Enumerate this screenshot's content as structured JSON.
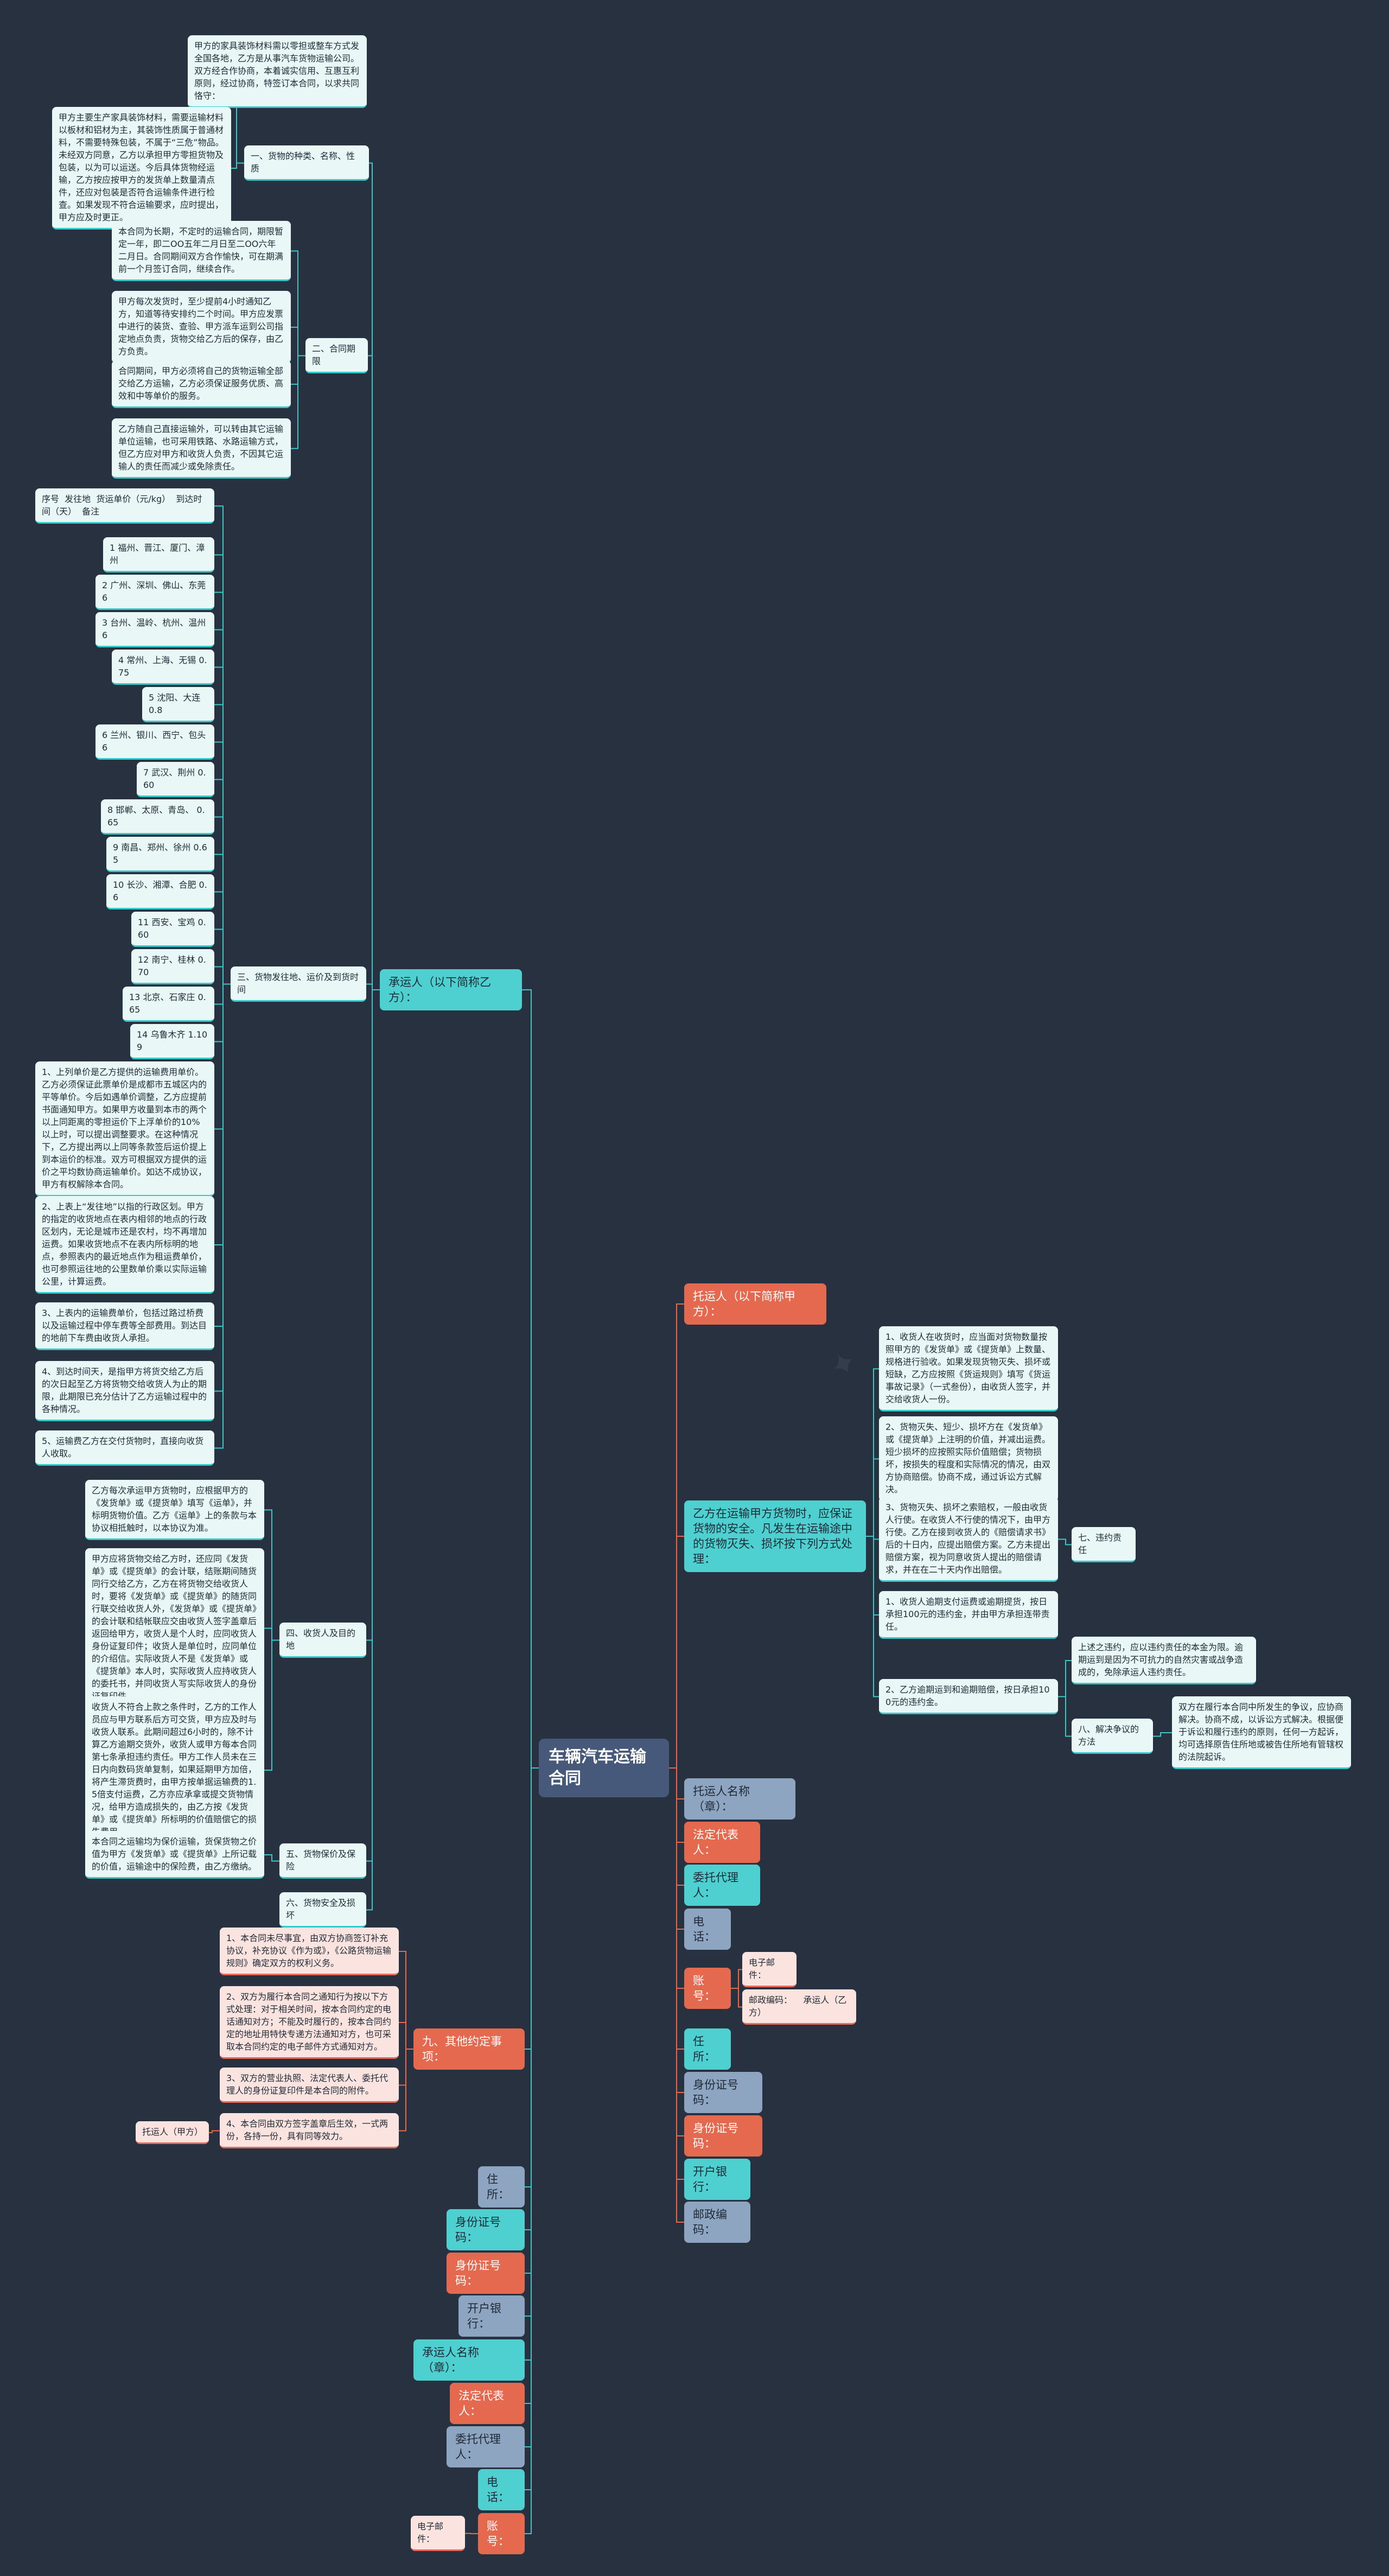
{
  "root": "车辆汽车运输合同",
  "carrier": {
    "label": "承运人（以下简称乙方）：",
    "s1": {
      "label": "一、货物的种类、名称、性质",
      "texts": [
        "甲方的家具装饰材料需以零担或整车方式发全国各地，乙方是从事汽车货物运输公司。双方经合作协商，本着诚实信用、互惠互利原则，经过协商，特签订本合同，以求共同恪守：",
        "甲方主要生产家具装饰材料，需要运输材料以板材和铝材为主，其装饰性质属于普通材料，不需要特殊包装，不属于“三危”物品。未经双方同意，乙方以承担甲方零担货物及包装，以为可以运送。今后具体货物经运输，乙方按应按甲方的发货单上数量清点件，还应对包装是否符合运输条件进行检查。如果发现不符合运输要求，应时提出，甲方应及时更正。"
      ]
    },
    "s2": {
      "label": "二、合同期限",
      "texts": [
        "本合同为长期，不定时的运输合同，期限暂定一年，即二OO五年二月日至二OO六年二月日。合同期间双方合作愉快，可在期满前一个月签订合同，继续合作。",
        "甲方每次发货时，至少提前4小时通知乙方，知道等待安排约二个时间。甲方应发票中进行的装货、查验、甲方派车运到公司指定地点负责，货物交给乙方后的保存，由乙方负责。",
        "合同期间，甲方必须将自己的货物运输全部交给乙方运输，乙方必须保证服务优质、高效和中等单价的服务。",
        "乙方随自己直接运输外，可以转由其它运输单位运输，也可采用铁路、水路运输方式，但乙方应对甲方和收货人负责，不因其它运输人的责任而减少或免除责任。"
      ]
    },
    "s3": {
      "label": "三、货物发往地、运价及到货时间",
      "table": [
        "序号  发往地  货运单价（元/kg）  到达时间（天）  备注",
        "1 福州、晋江、厦门、漳州",
        "2 广州、深圳、佛山、东莞 6",
        "3 台州、温岭、杭州、温州 6",
        "4 常州、上海、无锡 0.75",
        "5 沈阳、大连 0.8",
        "6 兰州、银川、西宁、包头 6",
        "7 武汉、荆州 0.60",
        "8 邯郸、太原、青岛、 0.65",
        "9 南昌、郑州、徐州 0.65",
        "10 长沙、湘潭、合肥 0.6",
        "11 西安、宝鸡 0.60",
        "12 南宁、桂林 0.70",
        "13 北京、石家庄 0.65",
        "14 乌鲁木齐 1.10 9"
      ],
      "notes": [
        "1、上列单价是乙方提供的运输费用单价。乙方必须保证此票单价是成都市五城区内的平等单价。今后如遇单价调整，乙方应提前书面通知甲方。如果甲方收量到本市的两个以上同距离的零担运价下上浮单价的10%以上时，可以提出调整要求。在这种情况下，乙方提出两以上同等条款签后运价提上到本运价的标准。双方可根据双方提供的运价之平均数协商运输单价。如达不成协议，甲方有权解除本合同。",
        "2、上表上“发往地”以指的行政区划。甲方的指定的收货地点在表内相邻的地点的行政区划内，无论是城市还是农村，均不再增加运费。如果收货地点不在表内所标明的地点，参照表内的最近地点作为租运费单价，也可参照运往地的公里数单价乘以实际运输公里，计算运费。",
        "3、上表内的运输费单价，包括过路过桥费以及运输过程中停车费等全部费用。到达目的地前下车费由收货人承担。",
        "4、到达时间天，是指甲方将货交给乙方后的次日起至乙方将货物交给收货人为止的期限，此期限已充分估计了乙方运输过程中的各种情况。",
        "5、运输费乙方在交付货物时，直接向收货人收取。"
      ]
    },
    "s4": {
      "label": "四、收货人及目的地",
      "texts": [
        "乙方每次承运甲方货物时，应根据甲方的《发货单》或《提货单》填写《运单》，并标明货物价值。乙方《运单》上的条款与本协议相抵触时，以本协议为准。",
        "甲方应将货物交给乙方时，还应同《发货单》或《提货单》的会计联，结账期间随货同行交给乙方，乙方在将货物交给收货人时，要将《发货单》或《提货单》的随货同行联交给收货人外，《发货单》或《提货单》的会计联和结帐联应交由收货人签字盖章后返回给甲方，收货人是个人时，应同收货人身份证复印件；收货人是单位时，应同单位的介绍信。实际收货人不是《发货单》或《提货单》本人时，实际收货人应持收货人的委托书，并同收货人写实际收货人的身份证复印件。",
        "收货人不符合上款之条件时，乙方的工作人员应与甲方联系后方可交货，甲方应及时与收货人联系。此期间超过6小时的，除不计算乙方逾期交货外，收货人或甲方每本合同第七条承担违约责任。甲方工作人员未在三日内向数码货单复制，如果延期甲方加倍，将产生滞货费时，由甲方按单据运输费的1.5倍支付运费，乙方亦应承拿或提交货物情况，给甲方造成损失的，由乙方按《发货单》或《提货单》所标明的价值赔偿它的损失费用。"
      ]
    },
    "s5": {
      "label": "五、货物保价及保险",
      "text": "本合同之运输均为保价运输，货保货物之价值为甲方《发货单》或《提货单》上所记载的价值，运输途中的保险费，由乙方缴纳。"
    },
    "s6": {
      "label": "六、货物安全及损坏"
    }
  },
  "consignor": {
    "label": "托运人（以下简称甲方）：",
    "duty": "乙方在运输甲方货物时，应保证货物的安全。凡发生在运输途中的货物灭失、损坏按下列方式处理：",
    "items": [
      "1、收货人在收货时，应当面对货物数量按照甲方的《发货单》或《提货单》上数量、规格进行验收。如果发现货物灭失、损坏或短缺，乙方应按照《货运规则》填写《货运事故记录》（一式叁份），由收货人签字，并交给收货人一份。",
      "2、货物灭失、短少、损坏方在《发货单》或《提货单》上注明的价值，并减出运费。短少损坏的应按照实际价值赔偿；货物损坏，按损失的程度和实际情况的情况，由双方协商赔偿。协商不成，通过诉讼方式解决。",
      "3、货物灭失、损坏之索赔权，一般由收货人行使。在收货人不行使的情况下，由甲方行使。乙方在接到收货人的《赔偿请求书》后的十日内，应提出赔偿方案。乙方未提出赔偿方案，视为同意收货人提出的赔偿请求，并在在二十天内作出赔偿。",
      "1、收货人逾期支付运费或逾期提货，按日承担100元的违约金，并由甲方承担连带责任。",
      "2、乙方逾期运到和逾期赔偿，按日承担100元的违约金。"
    ],
    "s7": "七、违约责任",
    "s8": {
      "label": "八、解决争议的方法",
      "notes": [
        "上述之违约，应以违约责任的本金为限。逾期运到是因为不可抗力的自然灾害或战争造成的，免除承运人违约责任。",
        "双方在履行本合同中所发生的争议，应协商解决。协商不成，以诉讼方式解决。根据便于诉讼和履行违约的原则，任何一方起诉，均可选择原告住所地或被告住所地有管辖权的法院起诉。"
      ]
    },
    "s9": {
      "label": "九、其他约定事项：",
      "texts": [
        "1、本合同未尽事宜，由双方协商签订补充协议，补充协议《作为或》，《公路货物运输规则》确定双方的权利义务。",
        "2、双方为履行本合同之通知行为按以下方式处理：对于相关时间，按本合同约定的电话通知对方；不能及时履行的，按本合同约定的地址用特快专递方法通知对方，也可采取本合同约定的电子邮件方式通知对方。",
        "3、双方的营业执照、法定代表人、委托代理人的身份证复印件是本合同的附件。",
        "4、本合同由双方签字盖章后生效，一式两份，各持一份，具有同等效力。"
      ],
      "signer": "托运人（甲方）"
    }
  },
  "right_fields": [
    "托运人名称（章）：",
    "法定代表人：",
    "委托代理人：",
    "电话：",
    "账号：",
    "任所：",
    "身份证号码：",
    "身份证号码：",
    "开户银行：",
    "邮政编码："
  ],
  "account_children": [
    "电子邮件：",
    "邮政编码：    承运人（乙方）"
  ],
  "left_fields": [
    "住所：",
    "身份证号码：",
    "身份证号码：",
    "开户银行：",
    "承运人名称（章）：",
    "法定代表人：",
    "委托代理人：",
    "电话：",
    "账号："
  ],
  "left_account_child": "电子邮件：",
  "colors": {
    "background": "#283140",
    "root": "#46597a",
    "teal": "#4fd0d0",
    "orange": "#e5694f",
    "slate": "#8ea5c2",
    "line_teal": "#3fc6c6",
    "line_orange": "#e5694f"
  }
}
